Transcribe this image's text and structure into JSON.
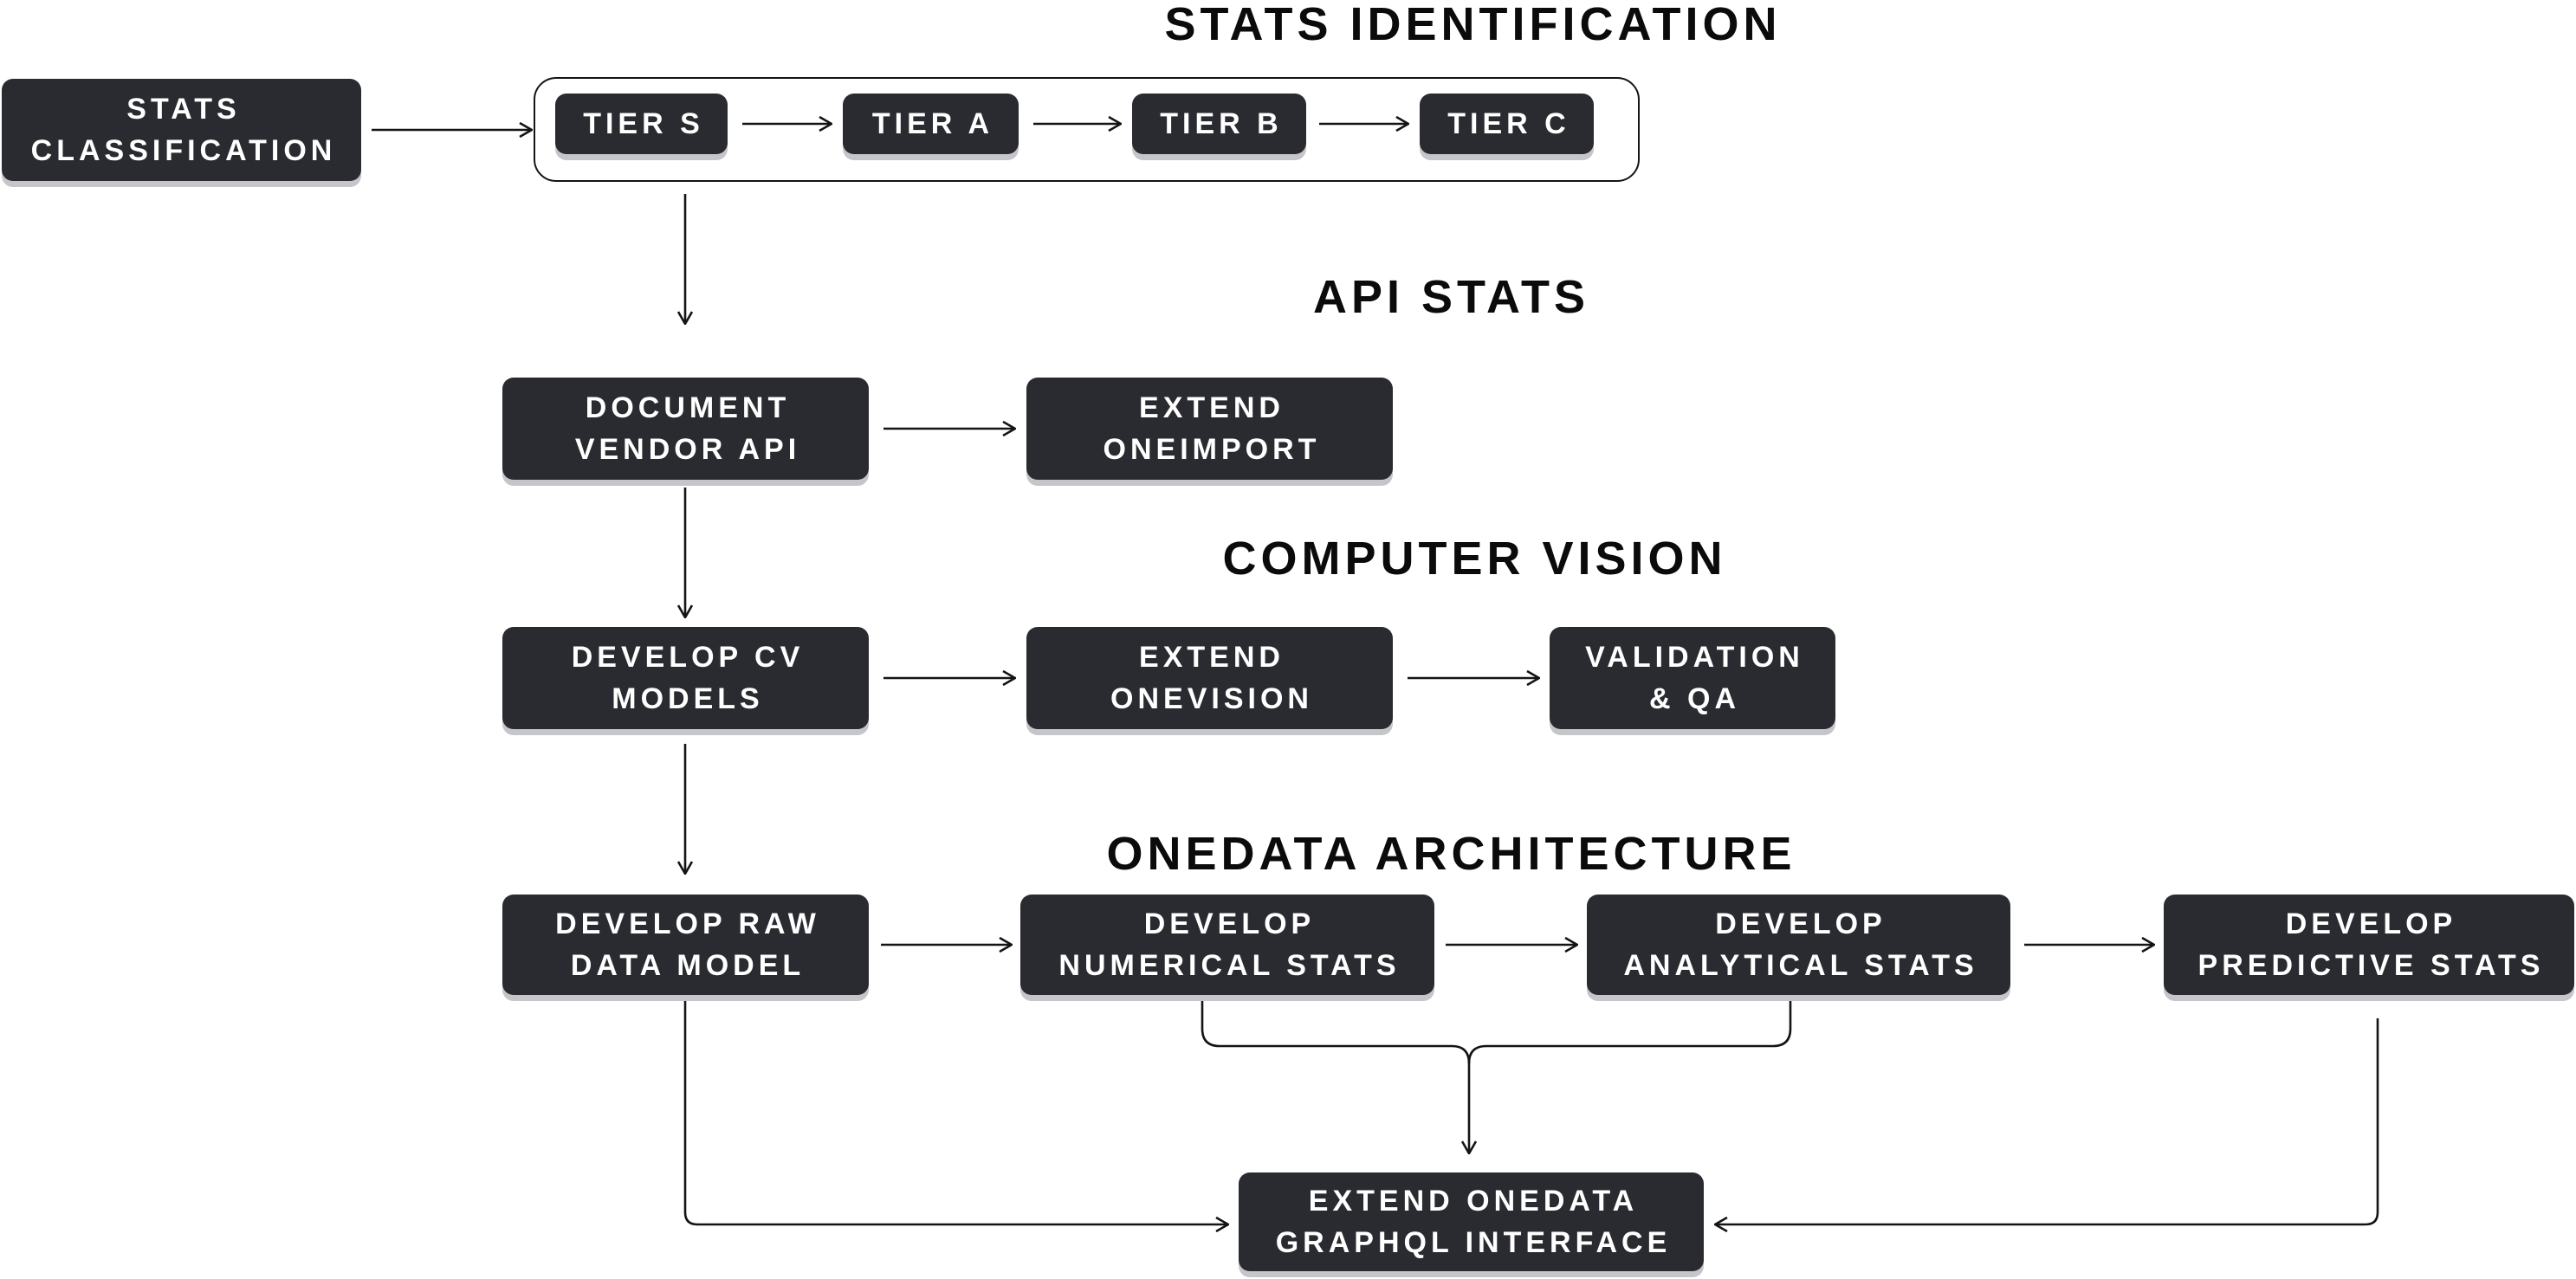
{
  "titles": {
    "stats_identification": "STATS IDENTIFICATION",
    "api_stats": "API STATS",
    "computer_vision": "COMPUTER VISION",
    "onedata_architecture": "ONEDATA ARCHITECTURE"
  },
  "nodes": {
    "stats_classification": {
      "lines": [
        "STATS",
        "CLASSIFICATION"
      ]
    },
    "tier_s": {
      "lines": [
        "TIER S"
      ]
    },
    "tier_a": {
      "lines": [
        "TIER A"
      ]
    },
    "tier_b": {
      "lines": [
        "TIER B"
      ]
    },
    "tier_c": {
      "lines": [
        "TIER C"
      ]
    },
    "document_vendor_api": {
      "lines": [
        "DOCUMENT",
        "VENDOR API"
      ]
    },
    "extend_oneimport": {
      "lines": [
        "EXTEND",
        "ONEIMPORT"
      ]
    },
    "develop_cv_models": {
      "lines": [
        "DEVELOP CV",
        "MODELS"
      ]
    },
    "extend_onevision": {
      "lines": [
        "EXTEND",
        "ONEVISION"
      ]
    },
    "validation_qa": {
      "lines": [
        "VALIDATION",
        "& QA"
      ]
    },
    "develop_raw_data_model": {
      "lines": [
        "DEVELOP RAW",
        "DATA MODEL"
      ]
    },
    "develop_numerical_stats": {
      "lines": [
        "DEVELOP",
        "NUMERICAL STATS"
      ]
    },
    "develop_analytical_stats": {
      "lines": [
        "DEVELOP",
        "ANALYTICAL STATS"
      ]
    },
    "develop_predictive_stats": {
      "lines": [
        "DEVELOP",
        "PREDICTIVE STATS"
      ]
    },
    "extend_onedata_graphql_interface": {
      "lines": [
        "EXTEND ONEDATA",
        "GRAPHQL INTERFACE"
      ]
    }
  },
  "colors": {
    "background": "#ffffff",
    "title": "#0b0b0b",
    "node_fill": "#2a2b30",
    "node_shadow": "#c6c6ca",
    "node_text": "#ffffff",
    "line": "#141414"
  }
}
